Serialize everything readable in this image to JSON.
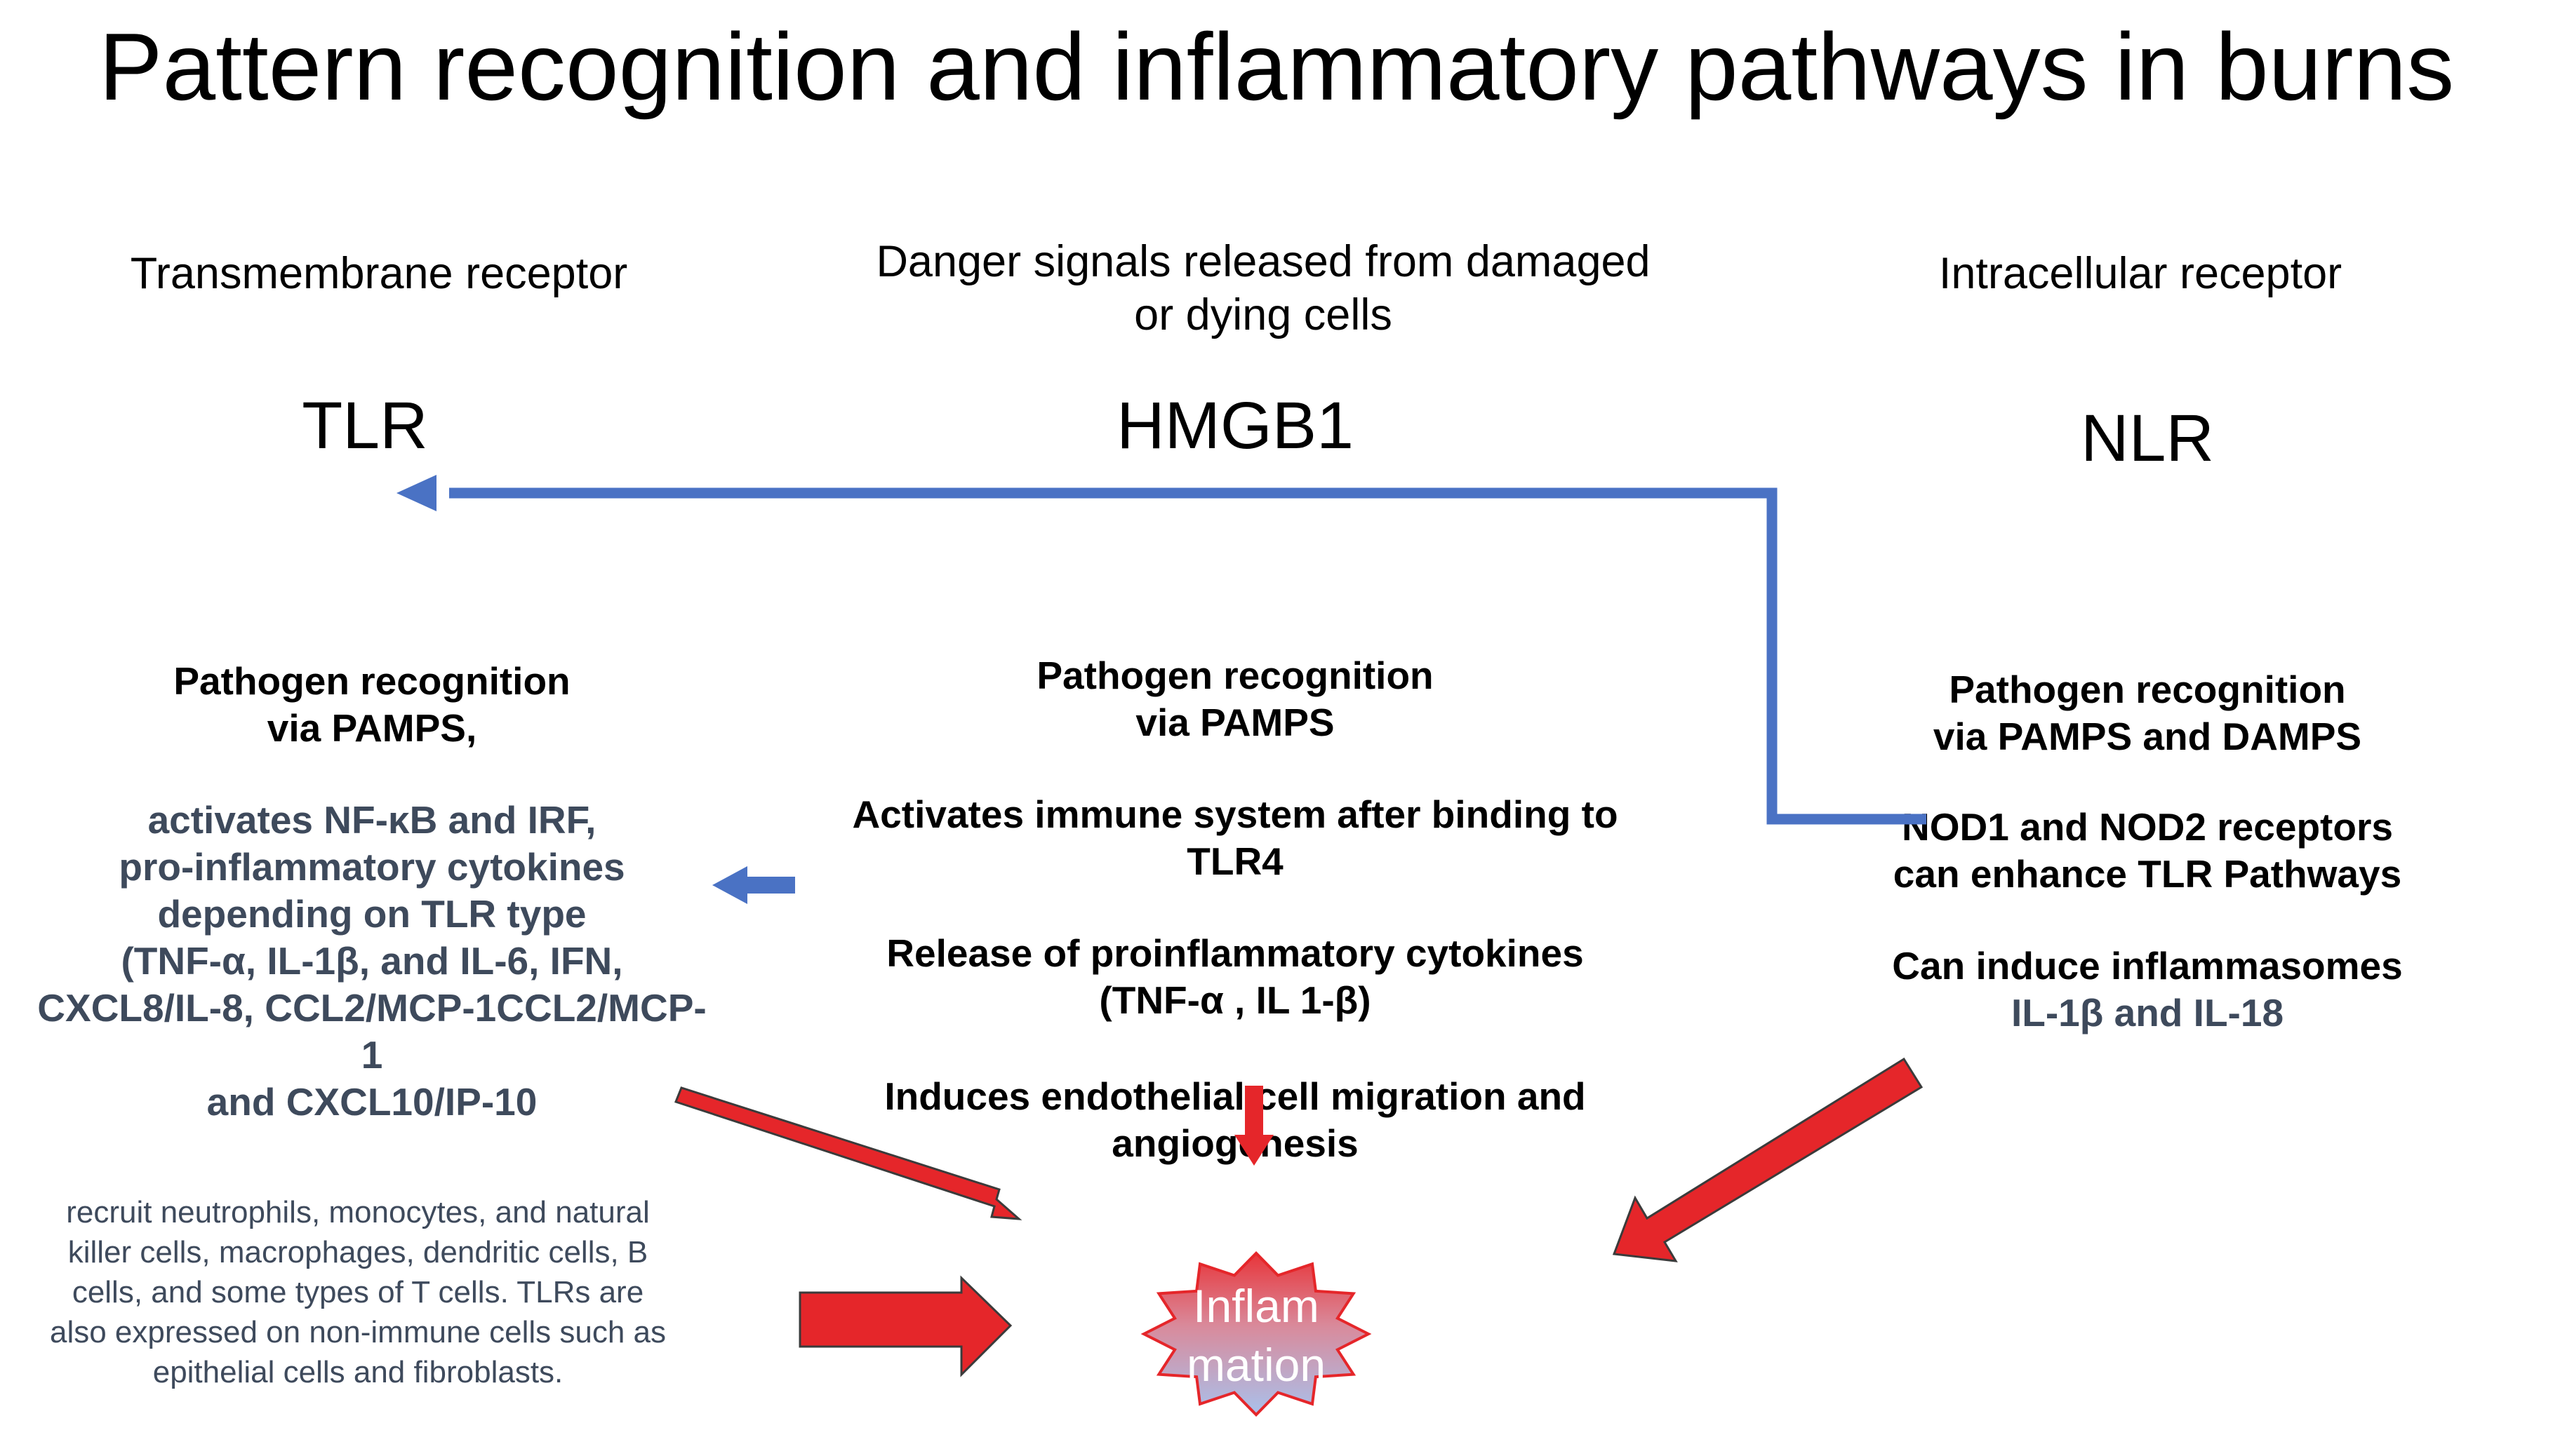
{
  "title": "Pattern recognition and inflammatory pathways in burns",
  "columns": {
    "left": {
      "header": "Transmembrane receptor",
      "receptor": "TLR",
      "recognition": [
        "Pathogen recognition",
        "via PAMPS,"
      ],
      "effects": [
        "activates NF-κB and IRF,",
        "pro-inflammatory cytokines",
        "depending on TLR type",
        "(TNF-α, IL-1β, and IL-6, IFN,",
        "CXCL8/IL-8,  CCL2/MCP-1CCL2/MCP-",
        "1",
        "and CXCL10/IP-10"
      ],
      "cells_note": [
        "recruit neutrophils, monocytes, and natural",
        "killer cells, macrophages, dendritic cells, B",
        "cells, and some types of T cells. TLRs are",
        "also expressed on non-immune cells such as",
        "epithelial cells and fibroblasts."
      ]
    },
    "middle": {
      "header": [
        "Danger signals released from damaged",
        "or dying cells"
      ],
      "receptor": "HMGB1",
      "recognition": [
        "Pathogen recognition",
        "via PAMPS"
      ],
      "activation": [
        "Activates immune system after binding to",
        "TLR4"
      ],
      "release": [
        "Release of proinflammatory cytokines",
        "(TNF-α , IL 1-β)"
      ],
      "induces": [
        "Induces endothelial cell migration and",
        "angiogenesis"
      ]
    },
    "right": {
      "header": "Intracellular receptor",
      "receptor": "NLR",
      "recognition": [
        "Pathogen recognition",
        "via PAMPS and DAMPS"
      ],
      "nod": [
        "NOD1 and NOD2 receptors",
        "can enhance  TLR Pathways"
      ],
      "inflammasome": "Can induce inflammasomes",
      "interleukins": "IL-1β and IL-18"
    }
  },
  "center_node": [
    "Inflam",
    "mation"
  ],
  "colors": {
    "connector_blue": "#4a72c4",
    "arrow_red": "#e5262a",
    "text_slate": "#3e4a5c",
    "star_top": "#e8353a",
    "star_bottom": "#a9c1ec"
  }
}
